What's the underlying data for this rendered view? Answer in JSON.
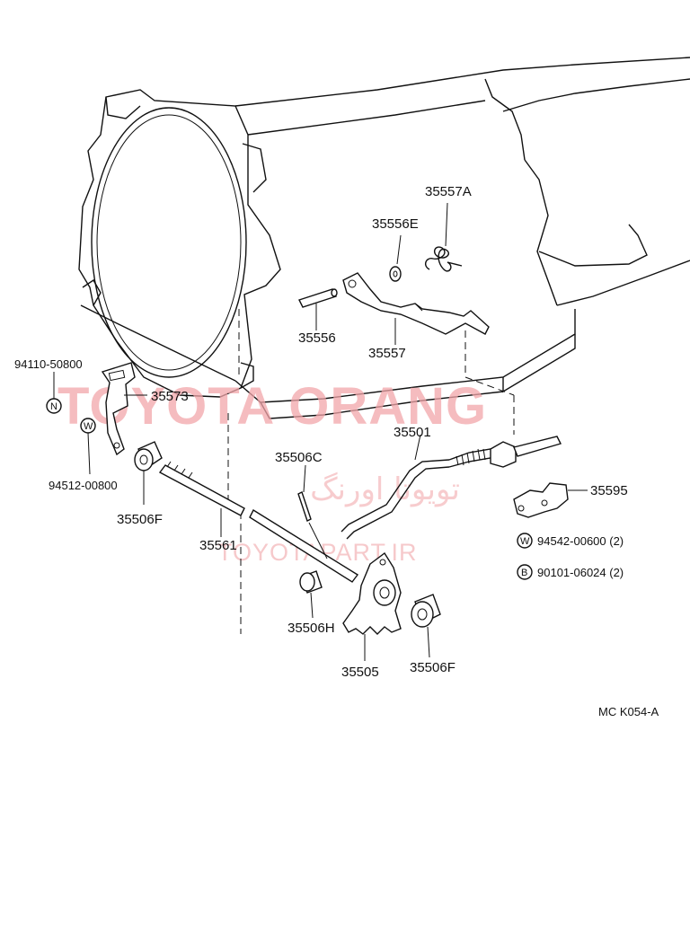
{
  "labels": {
    "p35557A": "35557A",
    "p35556E": "35556E",
    "p35556": "35556",
    "p35557": "35557",
    "p94110": "94110-50800",
    "p35573": "35573",
    "p94512": "94512-00800",
    "p35506F_left": "35506F",
    "p35501": "35501",
    "p35506C": "35506C",
    "p35561": "35561",
    "p35595": "35595",
    "p94542": "94542-00600 (2)",
    "p90101": "90101-06024 (2)",
    "p35506H": "35506H",
    "p35505": "35505",
    "p35506F_right": "35506F",
    "diagram_code": "MC K054-A"
  },
  "symbols": {
    "n_mark": "N",
    "w_mark": "W",
    "b_mark": "B"
  },
  "watermark": {
    "title": "TOYOTA ORANG",
    "farsi": "تویوتا اورنگ",
    "url": "TOYOTAPART.IR"
  }
}
